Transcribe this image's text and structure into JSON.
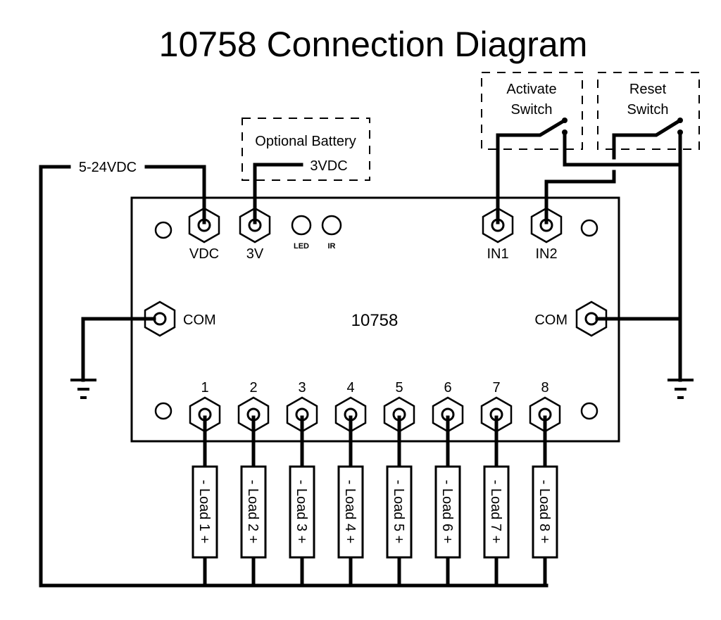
{
  "title": "10758 Connection Diagram",
  "board": {
    "label": "10758"
  },
  "power": {
    "supply_label": "5-24VDC",
    "battery_box_label": "Optional Battery",
    "battery_voltage_label": "3VDC"
  },
  "top_terminals": [
    {
      "id": "vdc",
      "label": "VDC"
    },
    {
      "id": "3v",
      "label": "3V"
    },
    {
      "id": "in1",
      "label": "IN1"
    },
    {
      "id": "in2",
      "label": "IN2"
    }
  ],
  "indicators": [
    {
      "id": "led",
      "label": "LED"
    },
    {
      "id": "ir",
      "label": "IR"
    }
  ],
  "com_terminals": [
    {
      "side": "left",
      "label": "COM"
    },
    {
      "side": "right",
      "label": "COM"
    }
  ],
  "switches": [
    {
      "id": "activate",
      "line1": "Activate",
      "line2": "Switch"
    },
    {
      "id": "reset",
      "line1": "Reset",
      "line2": "Switch"
    }
  ],
  "outputs": [
    {
      "number": "1",
      "load": "- Load 1 +"
    },
    {
      "number": "2",
      "load": "- Load 2 +"
    },
    {
      "number": "3",
      "load": "- Load 3 +"
    },
    {
      "number": "4",
      "load": "- Load 4 +"
    },
    {
      "number": "5",
      "load": "- Load 5 +"
    },
    {
      "number": "6",
      "load": "- Load 6 +"
    },
    {
      "number": "7",
      "load": "- Load 7 +"
    },
    {
      "number": "8",
      "load": "- Load 8 +"
    }
  ]
}
